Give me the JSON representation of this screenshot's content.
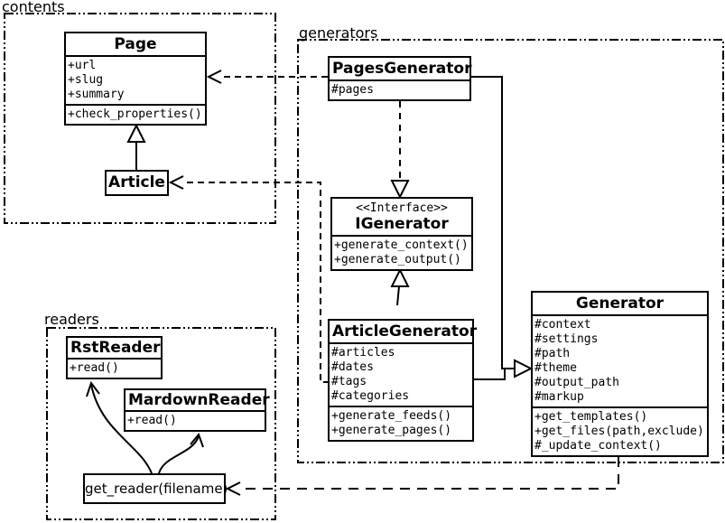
{
  "packages": {
    "contents": {
      "label": "contents"
    },
    "generators": {
      "label": "generators"
    },
    "readers": {
      "label": "readers"
    }
  },
  "classes": {
    "page": {
      "title": "Page",
      "attributes": [
        "+url",
        "+slug",
        "+summary"
      ],
      "methods": [
        "+check_properties()"
      ]
    },
    "article": {
      "title": "Article"
    },
    "pages_generator": {
      "title": "PagesGenerator",
      "attributes": [
        "#pages"
      ]
    },
    "igenerator": {
      "stereotype": "<<Interface>>",
      "title": "IGenerator",
      "methods": [
        "+generate_context()",
        "+generate_output()"
      ]
    },
    "article_generator": {
      "title": "ArticleGenerator",
      "attributes": [
        "#articles",
        "#dates",
        "#tags",
        "#categories"
      ],
      "methods": [
        "+generate_feeds()",
        "+generate_pages()"
      ]
    },
    "generator": {
      "title": "Generator",
      "attributes": [
        "#context",
        "#settings",
        "#path",
        "#theme",
        "#output_path",
        "#markup"
      ],
      "methods": [
        "+get_templates()",
        "+get_files(path,exclude)",
        "#_update_context()"
      ]
    },
    "rst_reader": {
      "title": "RstReader",
      "methods": [
        "+read()"
      ]
    },
    "mardown_reader": {
      "title": "MardownReader",
      "methods": [
        "+read()"
      ]
    },
    "get_reader": {
      "label": "get_reader(filename)"
    }
  },
  "relationships": [
    {
      "from": "Article",
      "to": "Page",
      "type": "inheritance"
    },
    {
      "from": "PagesGenerator",
      "to": "Page",
      "type": "dependency"
    },
    {
      "from": "ArticleGenerator",
      "to": "Article",
      "type": "dependency"
    },
    {
      "from": "PagesGenerator",
      "to": "IGenerator",
      "type": "realization"
    },
    {
      "from": "ArticleGenerator",
      "to": "IGenerator",
      "type": "realization"
    },
    {
      "from": "PagesGenerator",
      "to": "Generator",
      "type": "inheritance"
    },
    {
      "from": "ArticleGenerator",
      "to": "Generator",
      "type": "inheritance"
    },
    {
      "from": "Generator",
      "to": "get_reader(filename)",
      "type": "dependency"
    },
    {
      "from": "get_reader(filename)",
      "to": "RstReader",
      "type": "arrow"
    },
    {
      "from": "get_reader(filename)",
      "to": "MardownReader",
      "type": "arrow"
    }
  ],
  "colors": {
    "line": "#000000",
    "background": "#ffffff"
  }
}
